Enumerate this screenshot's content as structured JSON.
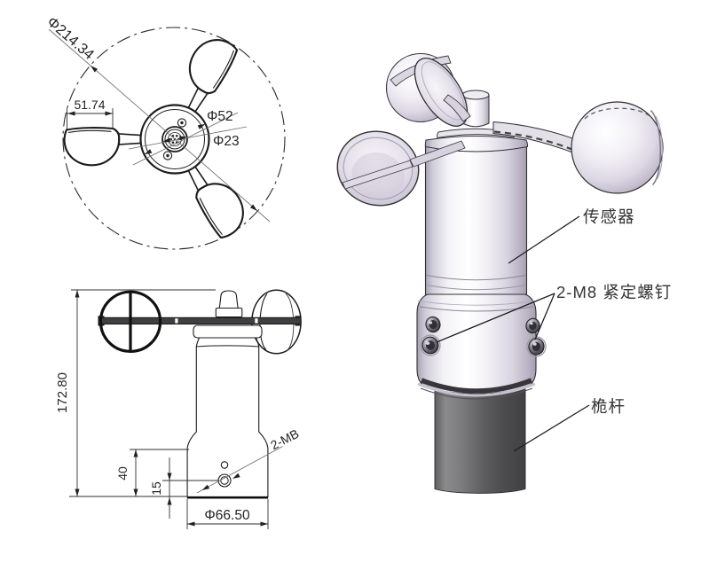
{
  "top_view": {
    "swept_diameter": "Φ214.34",
    "cup_diameter": "51.74",
    "hub_diameter": "Φ52",
    "shaft_diameter": "Φ23"
  },
  "side_view": {
    "total_height": "172.80",
    "mount_hole_height": "40",
    "screw_offset": "15",
    "base_diameter": "Φ66.50",
    "screw_callout": "2-MB"
  },
  "iso_view": {
    "sensor_label": "传感器",
    "set_screw_label": "2-M8 紧定螺钉",
    "mast_label": "桅杆"
  },
  "colors": {
    "background": "#ffffff",
    "drawing_line": "#1c1c1e",
    "dimension_line": "#2f2f2f",
    "leader_line": "#6e6e6e",
    "metal_highlight": "#ffffff",
    "metal_mid": "#d8d4e0",
    "metal_shadow": "#a49eb0",
    "mast_gray": "#5c5c5e",
    "label_text": "#333335"
  }
}
